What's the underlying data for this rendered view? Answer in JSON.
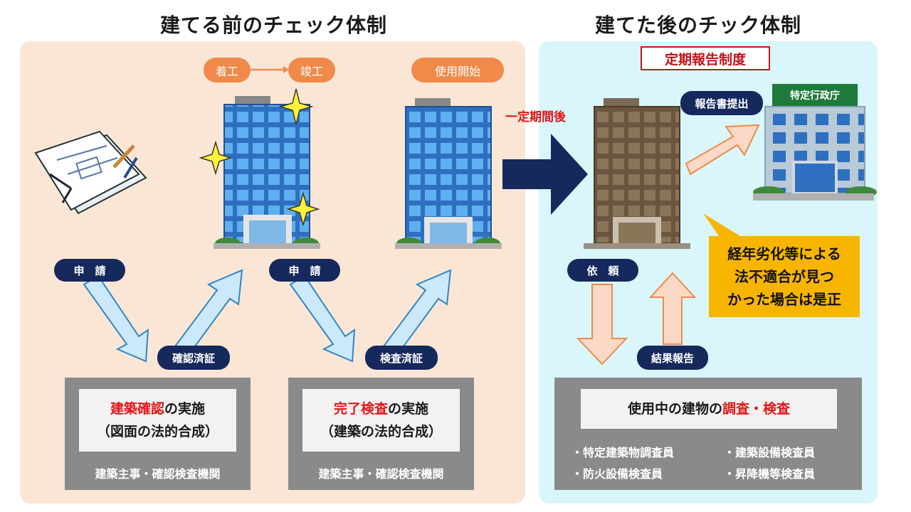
{
  "titles": {
    "before": "建てる前のチェック体制",
    "after": "建てた後のチック体制"
  },
  "top_labels": {
    "start": "着工",
    "complete": "竣工",
    "use_start": "使用開始"
  },
  "left": {
    "apply1": "申　請",
    "certified": "確認済証",
    "apply2": "申　請",
    "inspected": "検査済証",
    "box1": {
      "red": "建築確認",
      "rest": "の実施",
      "line2": "（図面の法的合成）",
      "footer": "建築主事・確認検査機関"
    },
    "box2": {
      "red": "完了検査",
      "rest": "の実施",
      "line2": "（建築の法的合成）",
      "footer": "建築主事・確認検査機関"
    }
  },
  "transition": "一定期間後",
  "right": {
    "system": "定期報告制度",
    "submit": "報告書提出",
    "gov_sign": "特定行政庁",
    "callout": [
      "経年劣化等による",
      "法不適合が見つ",
      "かった場合は是正"
    ],
    "request": "依　頼",
    "result": "結果報告",
    "survey": {
      "prefix": "使用中の建物の",
      "red": "調査・検査"
    },
    "inspectors": [
      "・特定建築物調査員",
      "・建築設備検査員",
      "・防火設備検査員",
      "・昇降機等検査員"
    ]
  },
  "colors": {
    "navy": "#16295c",
    "orange": "#ef8a4a",
    "red": "#e01818",
    "left_bg": "#fbe6d6",
    "right_bg": "#d9f6fb",
    "callout": "#f7b500"
  }
}
